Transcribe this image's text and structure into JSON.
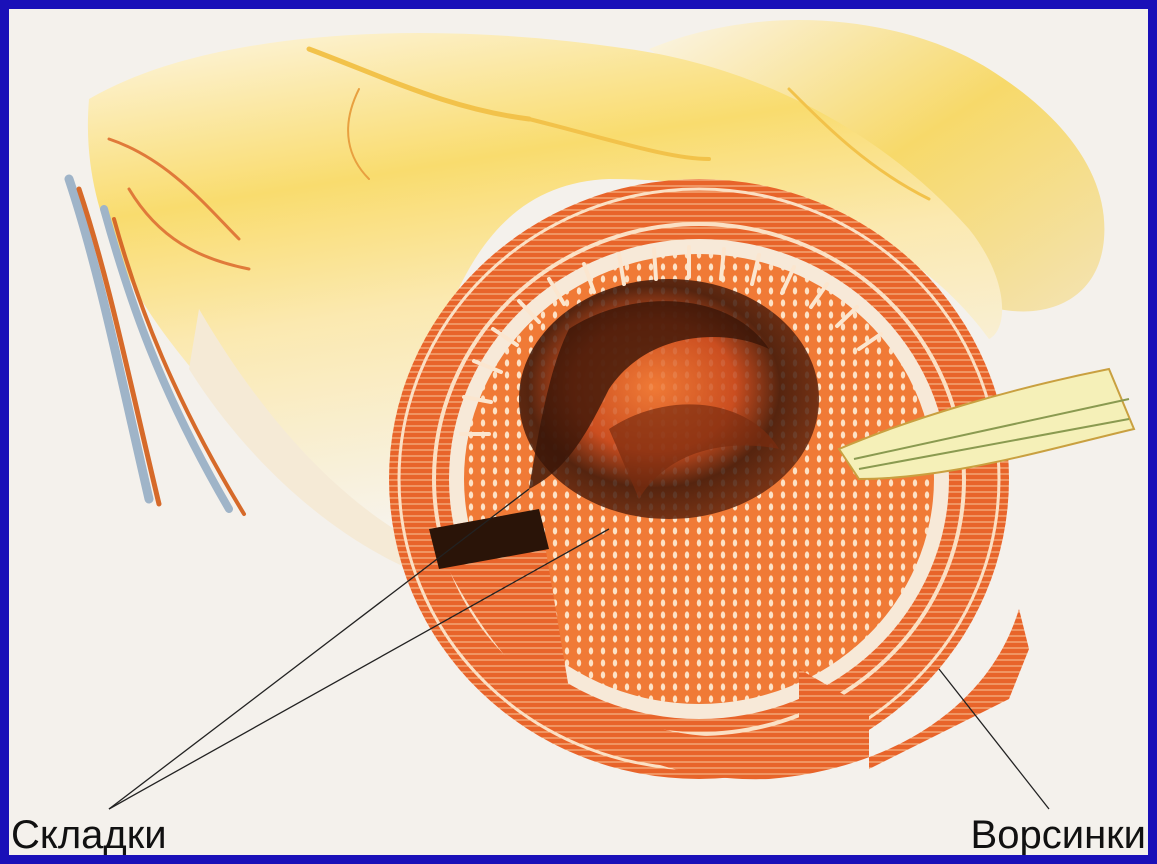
{
  "labels": {
    "folds": "Складки",
    "villi": "Ворсинки"
  },
  "colors": {
    "frame_border": "#1a10b8",
    "background": "#f4f1ec",
    "muscle": "#e8642a",
    "mucosa": "#f07a36",
    "serosa": "#f8e08a",
    "villi_pale": "#fbe6cf",
    "lumen_dark": "#3a1508",
    "vessel_blue": "#9fb4c8",
    "vessel_red": "#d66a2a"
  },
  "figure": {
    "subject": "small intestine cross-section",
    "icon": "intestine-cross-section-illustration"
  }
}
